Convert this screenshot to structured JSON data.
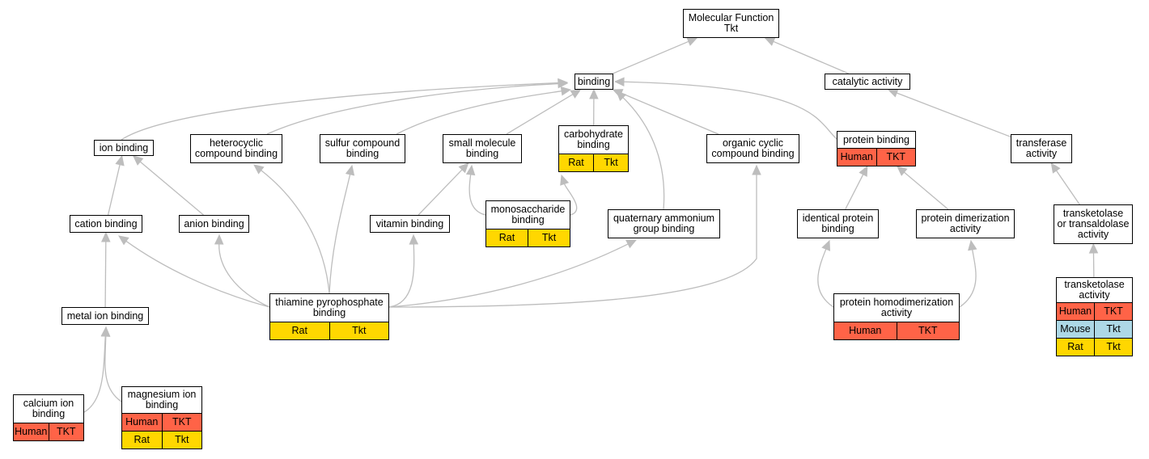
{
  "colors": {
    "edge": "#bdbdbd",
    "node_border": "#000000",
    "Human": "#ff6347",
    "Mouse": "#add8e6",
    "Rat": "#ffd700"
  },
  "nodes": [
    {
      "id": "mf",
      "label": "Molecular Function\nTkt",
      "species": []
    },
    {
      "id": "binding",
      "label": "binding",
      "species": []
    },
    {
      "id": "catalytic",
      "label": "catalytic activity",
      "species": []
    },
    {
      "id": "ionb",
      "label": "ion binding",
      "species": []
    },
    {
      "id": "hetero",
      "label": "heterocyclic\ncompound binding",
      "species": []
    },
    {
      "id": "sulfur",
      "label": "sulfur compound\nbinding",
      "species": []
    },
    {
      "id": "smallmol",
      "label": "small molecule\nbinding",
      "species": []
    },
    {
      "id": "carbo",
      "label": "carbohydrate\nbinding",
      "species": [
        {
          "species": "Rat",
          "gene": "Tkt"
        }
      ]
    },
    {
      "id": "orgcyc",
      "label": "organic cyclic\ncompound binding",
      "species": []
    },
    {
      "id": "protb",
      "label": "protein binding",
      "species": [
        {
          "species": "Human",
          "gene": "TKT"
        }
      ]
    },
    {
      "id": "transf",
      "label": "transferase\nactivity",
      "species": []
    },
    {
      "id": "cation",
      "label": "cation binding",
      "species": []
    },
    {
      "id": "anion",
      "label": "anion binding",
      "species": []
    },
    {
      "id": "vitamin",
      "label": "vitamin binding",
      "species": []
    },
    {
      "id": "monosac",
      "label": "monosaccharide\nbinding",
      "species": [
        {
          "species": "Rat",
          "gene": "Tkt"
        }
      ]
    },
    {
      "id": "quat",
      "label": "quaternary ammonium\ngroup binding",
      "species": []
    },
    {
      "id": "identprot",
      "label": "identical protein\nbinding",
      "species": []
    },
    {
      "id": "protdimer",
      "label": "protein dimerization\nactivity",
      "species": []
    },
    {
      "id": "transket_or",
      "label": "transketolase\nor transaldolase\nactivity",
      "species": []
    },
    {
      "id": "metalion",
      "label": "metal ion binding",
      "species": []
    },
    {
      "id": "tpp",
      "label": "thiamine pyrophosphate\nbinding",
      "species": [
        {
          "species": "Rat",
          "gene": "Tkt"
        }
      ]
    },
    {
      "id": "homodimer",
      "label": "protein homodimerization\nactivity",
      "species": [
        {
          "species": "Human",
          "gene": "TKT"
        }
      ]
    },
    {
      "id": "transket",
      "label": "transketolase\nactivity",
      "species": [
        {
          "species": "Human",
          "gene": "TKT"
        },
        {
          "species": "Mouse",
          "gene": "Tkt"
        },
        {
          "species": "Rat",
          "gene": "Tkt"
        }
      ]
    },
    {
      "id": "calcium",
      "label": "calcium ion\nbinding",
      "species": [
        {
          "species": "Human",
          "gene": "TKT"
        }
      ]
    },
    {
      "id": "magnesium",
      "label": "magnesium ion\nbinding",
      "species": [
        {
          "species": "Human",
          "gene": "TKT"
        },
        {
          "species": "Rat",
          "gene": "Tkt"
        }
      ]
    }
  ],
  "edges": [
    {
      "from": "binding",
      "to": "mf"
    },
    {
      "from": "catalytic",
      "to": "mf"
    },
    {
      "from": "ionb",
      "to": "binding"
    },
    {
      "from": "hetero",
      "to": "binding"
    },
    {
      "from": "sulfur",
      "to": "binding"
    },
    {
      "from": "smallmol",
      "to": "binding"
    },
    {
      "from": "carbo",
      "to": "binding"
    },
    {
      "from": "orgcyc",
      "to": "binding"
    },
    {
      "from": "quat",
      "to": "binding"
    },
    {
      "from": "protb",
      "to": "binding"
    },
    {
      "from": "transf",
      "to": "catalytic"
    },
    {
      "from": "cation",
      "to": "ionb"
    },
    {
      "from": "anion",
      "to": "ionb"
    },
    {
      "from": "vitamin",
      "to": "smallmol"
    },
    {
      "from": "monosac",
      "to": "smallmol"
    },
    {
      "from": "monosac",
      "to": "carbo"
    },
    {
      "from": "identprot",
      "to": "protb"
    },
    {
      "from": "protdimer",
      "to": "protb"
    },
    {
      "from": "transket_or",
      "to": "transf"
    },
    {
      "from": "metalion",
      "to": "cation"
    },
    {
      "from": "tpp",
      "to": "cation"
    },
    {
      "from": "tpp",
      "to": "anion"
    },
    {
      "from": "tpp",
      "to": "hetero"
    },
    {
      "from": "tpp",
      "to": "sulfur"
    },
    {
      "from": "tpp",
      "to": "vitamin"
    },
    {
      "from": "tpp",
      "to": "quat"
    },
    {
      "from": "tpp",
      "to": "orgcyc"
    },
    {
      "from": "homodimer",
      "to": "identprot"
    },
    {
      "from": "homodimer",
      "to": "protdimer"
    },
    {
      "from": "transket",
      "to": "transket_or"
    },
    {
      "from": "calcium",
      "to": "metalion"
    },
    {
      "from": "magnesium",
      "to": "metalion"
    }
  ]
}
